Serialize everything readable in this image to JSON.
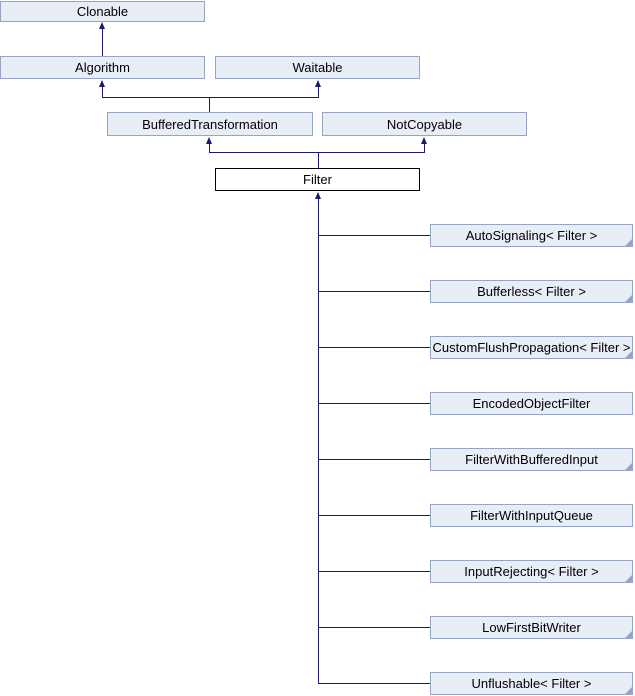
{
  "diagram": {
    "kind": "class-inheritance-graph",
    "current_class": "Filter",
    "nodes": {
      "clonable": {
        "label": "Clonable"
      },
      "algorithm": {
        "label": "Algorithm"
      },
      "waitable": {
        "label": "Waitable"
      },
      "buffered_transformation": {
        "label": "BufferedTransformation"
      },
      "not_copyable": {
        "label": "NotCopyable"
      },
      "filter": {
        "label": "Filter",
        "current": true
      }
    },
    "derived": [
      {
        "label": "AutoSignaling< Filter >",
        "truncated": true
      },
      {
        "label": "Bufferless< Filter >",
        "truncated": true
      },
      {
        "label": "CustomFlushPropagation< Filter >",
        "truncated": true
      },
      {
        "label": "EncodedObjectFilter",
        "truncated": false
      },
      {
        "label": "FilterWithBufferedInput",
        "truncated": true
      },
      {
        "label": "FilterWithInputQueue",
        "truncated": false
      },
      {
        "label": "InputRejecting< Filter >",
        "truncated": true
      },
      {
        "label": "LowFirstBitWriter",
        "truncated": true
      },
      {
        "label": "Unflushable< Filter >",
        "truncated": true
      }
    ],
    "inheritance": [
      {
        "child": "Algorithm",
        "parent": "Clonable"
      },
      {
        "child": "BufferedTransformation",
        "parent": "Algorithm"
      },
      {
        "child": "BufferedTransformation",
        "parent": "Waitable"
      },
      {
        "child": "Filter",
        "parent": "BufferedTransformation"
      },
      {
        "child": "Filter",
        "parent": "NotCopyable"
      },
      {
        "child": "AutoSignaling< Filter >",
        "parent": "Filter"
      },
      {
        "child": "Bufferless< Filter >",
        "parent": "Filter"
      },
      {
        "child": "CustomFlushPropagation< Filter >",
        "parent": "Filter"
      },
      {
        "child": "EncodedObjectFilter",
        "parent": "Filter"
      },
      {
        "child": "FilterWithBufferedInput",
        "parent": "Filter"
      },
      {
        "child": "FilterWithInputQueue",
        "parent": "Filter"
      },
      {
        "child": "InputRejecting< Filter >",
        "parent": "Filter"
      },
      {
        "child": "LowFirstBitWriter",
        "parent": "Filter"
      },
      {
        "child": "Unflushable< Filter >",
        "parent": "Filter"
      }
    ],
    "colors": {
      "node_fill": "#E9EDF6",
      "node_border": "#96A4C6",
      "current_fill": "#FFFFFF",
      "current_border": "#000000",
      "edge": "#191970",
      "text": "#000000",
      "background": "#FFFFFF"
    }
  }
}
